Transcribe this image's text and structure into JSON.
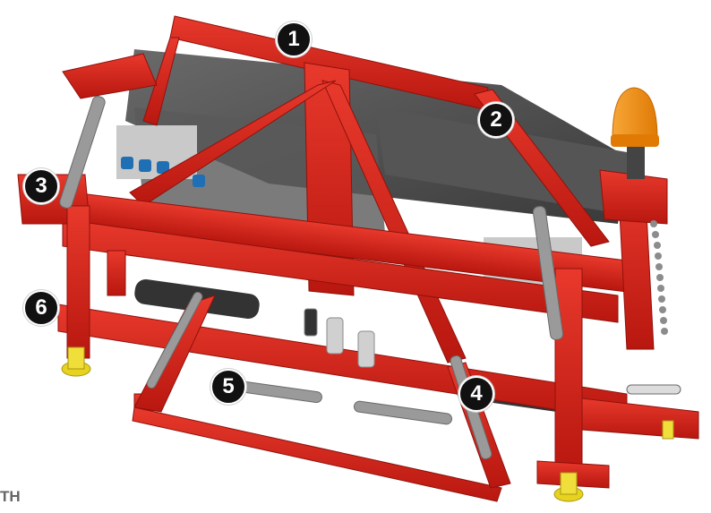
{
  "callouts": {
    "one": "1",
    "two": "2",
    "three": "3",
    "four": "4",
    "five": "5",
    "six": "6"
  },
  "corner_text": "TH",
  "colors": {
    "frame_red": "#d8231c",
    "frame_dark_red": "#a5140f",
    "panel_gray": "#4a4a4a",
    "beacon_orange": "#f28a12",
    "foot_yellow": "#e6d21f",
    "callout_black": "#111111"
  },
  "icons": {
    "callout_shape": "numbered-circle-icon",
    "beacon": "warning-beacon-icon"
  }
}
